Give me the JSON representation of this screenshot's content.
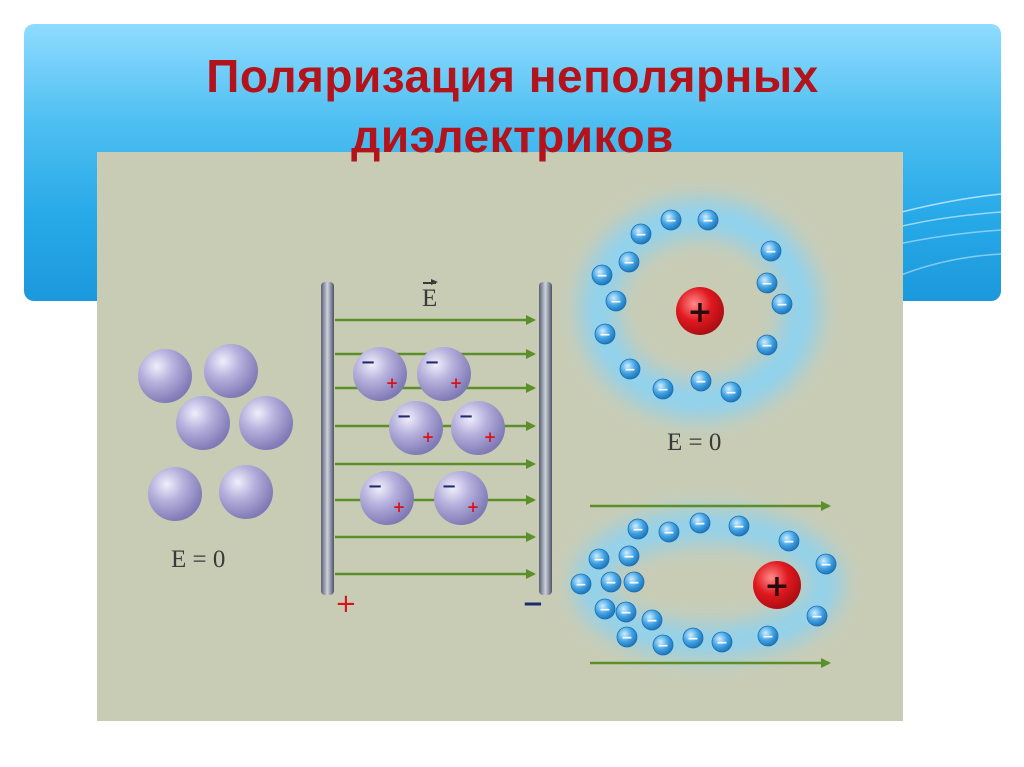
{
  "slide": {
    "title_line1": "Поляризация неполярных",
    "title_line2": "диэлектриков"
  },
  "figure": {
    "field_label": "E",
    "zero_label_1": "E = 0",
    "zero_label_2": "E = 0",
    "plate_left_sign": "+",
    "plate_right_sign": "−",
    "nucleus_sign": "+",
    "electron_sign": "−",
    "dipole_minus": "−",
    "dipole_plus": "+"
  },
  "colors": {
    "title": "#b3131b",
    "banner": "#27a9e8",
    "figure_background": "#c9ccb5",
    "field_arrows": "#5b8f2a",
    "molecule": "#a7a2d2",
    "electron": "#2f8ed6",
    "nucleus": "#d8141a"
  }
}
